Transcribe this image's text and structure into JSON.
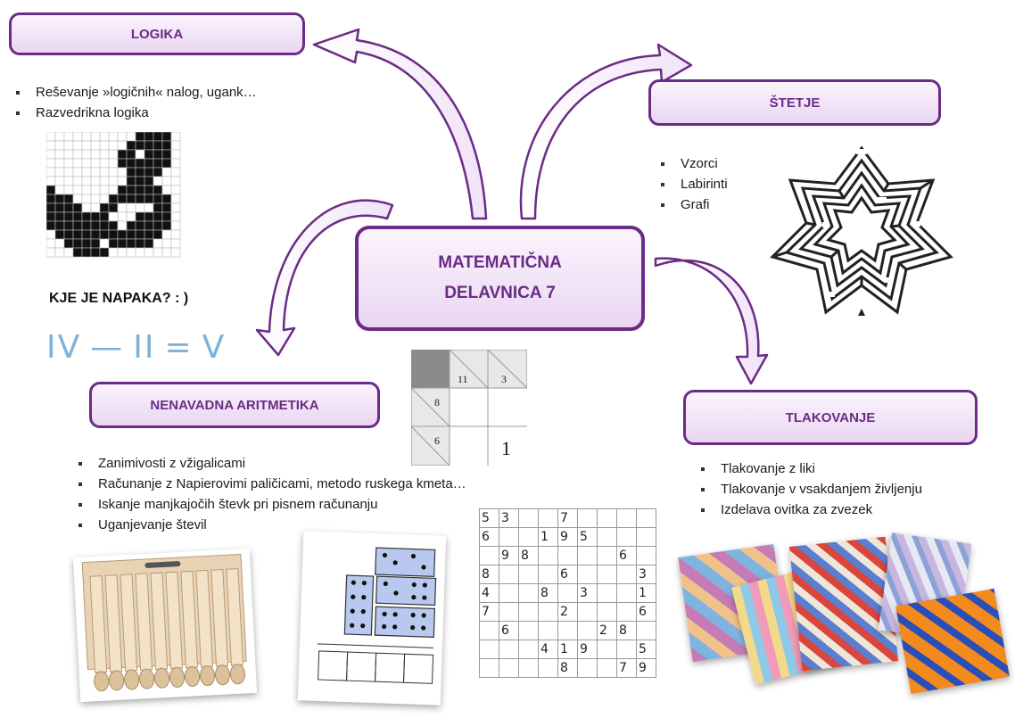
{
  "center": {
    "line1": "MATEMATIČNA",
    "line2": "DELAVNICA 7"
  },
  "logika": {
    "title": "LOGIKA",
    "items": [
      "Reševanje »logičnih« nalog, ugank…",
      "Razvedrikna logika"
    ],
    "napaka": "KJE JE NAPAKA? : )",
    "matchsticks": [
      "IV",
      "—",
      "II",
      "=",
      "V"
    ]
  },
  "stetje": {
    "title": "ŠTETJE",
    "items": [
      "Vzorci",
      "Labirinti",
      "Grafi"
    ]
  },
  "aritmetika": {
    "title": "NENAVADNA ARITMETIKA",
    "items": [
      "Zanimivosti z vžigalicami",
      "Računanje z Napierovimi paličicami, metodo ruskega kmeta…",
      "Iskanje manjkajočih števk pri pisnem računanju",
      "Uganjevanje števil"
    ]
  },
  "tlakovanje": {
    "title": "TLAKOVANJE",
    "items": [
      "Tlakovanje z liki",
      "Tlakovanje v vsakdanjem življenju",
      "Izdelava ovitka za zvezek"
    ]
  },
  "kakuro": {
    "clues": [
      "11",
      "3",
      "8",
      "6"
    ],
    "answer": "1"
  },
  "sudoku": [
    [
      "5",
      "3",
      "",
      "",
      "7",
      "",
      "",
      "",
      ""
    ],
    [
      "6",
      "",
      "",
      "1",
      "9",
      "5",
      "",
      "",
      ""
    ],
    [
      "",
      "9",
      "8",
      "",
      "",
      "",
      "",
      "6",
      ""
    ],
    [
      "8",
      "",
      "",
      "",
      "6",
      "",
      "",
      "",
      "3"
    ],
    [
      "4",
      "",
      "",
      "8",
      "",
      "3",
      "",
      "",
      "1"
    ],
    [
      "7",
      "",
      "",
      "",
      "2",
      "",
      "",
      "",
      "6"
    ],
    [
      "",
      "6",
      "",
      "",
      "",
      "",
      "2",
      "8",
      ""
    ],
    [
      "",
      "",
      "",
      "4",
      "1",
      "9",
      "",
      "",
      "5"
    ],
    [
      "",
      "",
      "",
      "",
      "8",
      "",
      "",
      "7",
      "9"
    ]
  ]
}
